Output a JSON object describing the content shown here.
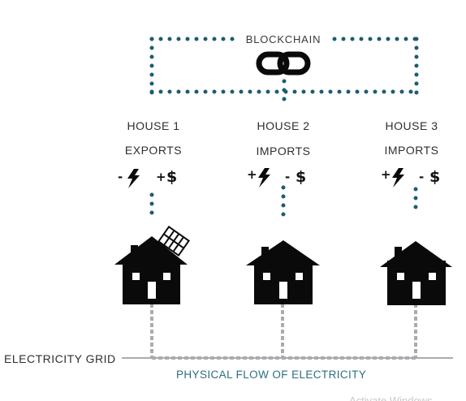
{
  "blockchain": {
    "label": "BLOCKCHAIN",
    "icon": "chain-link-icon"
  },
  "houses": [
    {
      "name": "HOUSE 1",
      "action": "EXPORTS",
      "energy_sign": "-",
      "money_sign": "+",
      "money_symbol": "$",
      "icon": "house-with-solar-panel-icon"
    },
    {
      "name": "HOUSE 2",
      "action": "IMPORTS",
      "energy_sign": "+",
      "money_sign": "-",
      "money_symbol": "$",
      "icon": "house-icon"
    },
    {
      "name": "HOUSE 3",
      "action": "IMPORTS",
      "energy_sign": "+",
      "money_sign": "-",
      "money_symbol": "$",
      "icon": "house-icon"
    }
  ],
  "grid": {
    "label": "ELECTRICITY GRID",
    "flow_label": "PHYSICAL FLOW OF ELECTRICITY"
  },
  "watermark": "Activate Windows",
  "colors": {
    "blockchain_dots": "#1c5c6e",
    "grid_line": "#a8acb0",
    "flow_text": "#2c6f82",
    "house": "#0a0a0a",
    "text": "#2f2f2f"
  }
}
